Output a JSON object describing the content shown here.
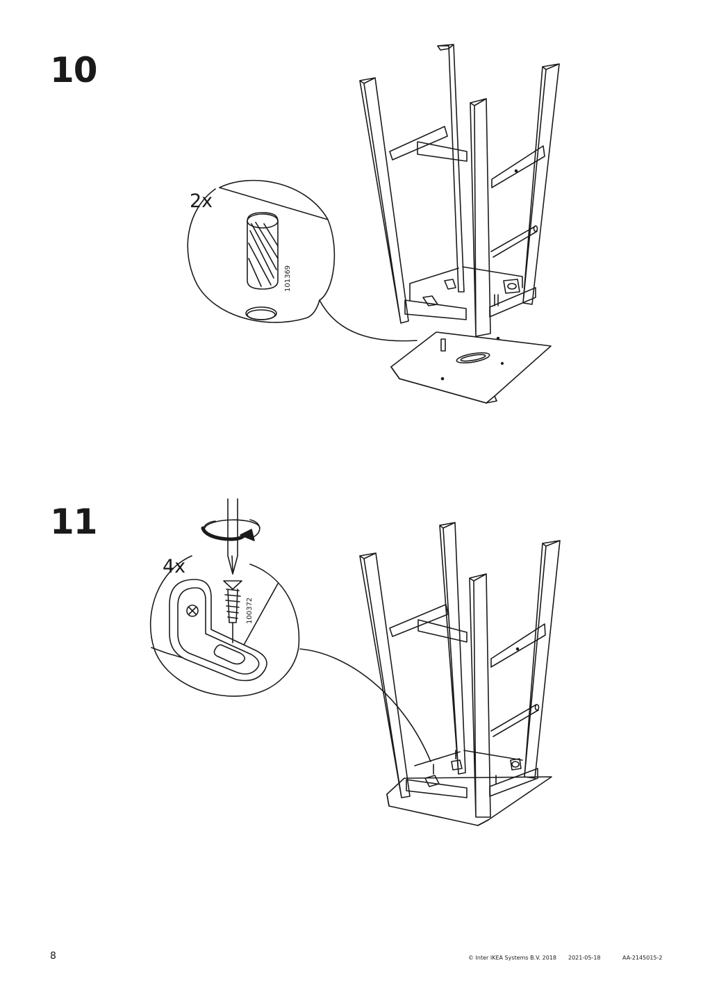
{
  "steps": [
    {
      "number": "10",
      "quantity": "2x",
      "article": "101369"
    },
    {
      "number": "11",
      "quantity": "4x",
      "article": "100372"
    }
  ],
  "footer": {
    "page_number": "8",
    "copyright": "© Inter IKEA Systems B.V. 2018",
    "date": "2021-05-18",
    "doc_id": "AA-2145015-2"
  },
  "colors": {
    "ink": "#1a1a1a",
    "paper": "#ffffff"
  }
}
